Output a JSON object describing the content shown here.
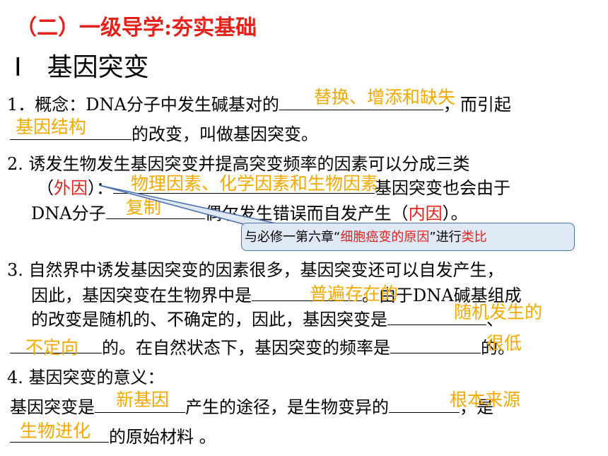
{
  "title": "（二）一级导学:夯实基础",
  "heading": "Ⅰ　基因突变",
  "p1": {
    "a": "1．概念：DNA分子中发生碱基对的",
    "b": "，而引起",
    "c": "的改变，叫做基因突变。",
    "ans1": "替换、增添和缺失",
    "ans2": "基因结构"
  },
  "p2": {
    "a": "2. 诱发生物发生基因突变并提高突变频率的因素可以分成三类",
    "open": "（",
    "waiyin": "外因",
    "mid": "）：",
    "tail": "基因突变也会由于",
    "c": "DNA分子",
    "d": "偶尔发生错误而自发产生（",
    "neiyin": "内因",
    "e": "）。",
    "ans1": "物理因素、化学因素和生物因素",
    "ans2": "复制"
  },
  "callout": {
    "a": "与必修一第六章“",
    "b": "细胞癌变的原因",
    "c": "”进行",
    "d": "类比"
  },
  "p3": {
    "a": "3. 自然界中诱发基因突变的因素很多，基因突变还可以自发产生，",
    "b": "因此，基因突变在生物界中是",
    "c": "。由于DNA碱基组成",
    "d": "的改变是随机的、不确定的，因此，基因突变是",
    "e": "、",
    "f": "的。在自然状态下，基因突变的频率是",
    "g": "的。",
    "ans1": "普遍存在的",
    "ans2": "随机发生的",
    "ans3": "不定向",
    "ans4": "很低"
  },
  "p4": {
    "a": "4. 基因突变的意义：",
    "b": "基因突变是",
    "c": "产生的途径，是生物变异的",
    "d": "，是",
    "e": "的原始材料 。",
    "ans1": "新基因",
    "ans2": "根本来源",
    "ans3": "生物进化"
  },
  "colors": {
    "title": "#e8201a",
    "answer": "#f5a800",
    "callout_bg": "#dfe8f5",
    "callout_border": "#4a6fb0"
  }
}
